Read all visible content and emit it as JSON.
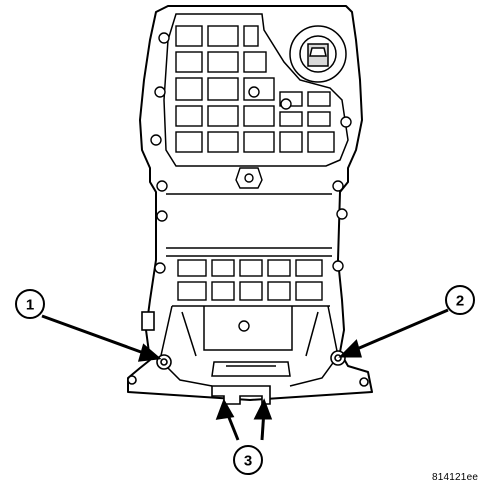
{
  "callouts": [
    {
      "id": "1",
      "label": "1"
    },
    {
      "id": "2",
      "label": "2"
    },
    {
      "id": "3",
      "label": "3"
    }
  ],
  "figure_id": "814121ee",
  "colors": {
    "line": "#000000",
    "fill": "#ffffff",
    "shade": "#d9d9d9"
  }
}
